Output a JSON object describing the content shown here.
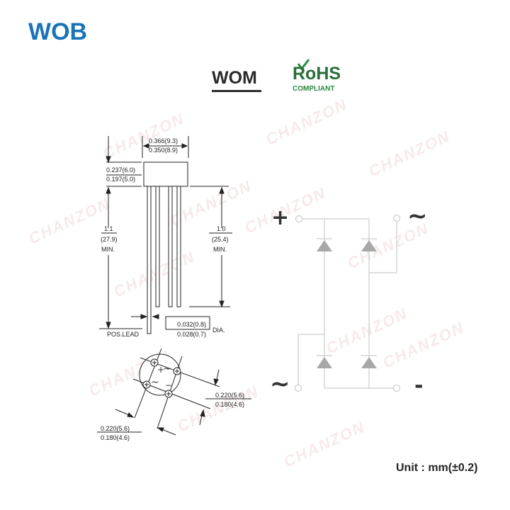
{
  "header": {
    "title": "WOB",
    "title_color": "#1a73b8",
    "package_name": "WOM",
    "rohs": {
      "main": "RoHS",
      "sub": "COMPLIANT",
      "color": "#2a6e3a",
      "icon": "checkmark-icon"
    }
  },
  "watermark": "CHANZON",
  "side_view": {
    "body_width": {
      "max": "0.366(9.3)",
      "min": "0.350(8.9)"
    },
    "body_height": {
      "max": "0.237(6.0)",
      "min": "0.197(5.0)"
    },
    "pos_lead_length": {
      "value": "1.1",
      "mm": "(27.9)",
      "note": "MIN."
    },
    "lead_length": {
      "value": "1.0",
      "mm": "(25.4)",
      "note": "MIN."
    },
    "lead_dia": {
      "max": "0.032(0.8)",
      "min": "0.028(0.7)",
      "suffix": "DIA."
    },
    "pos_lead_label": "POS.LEAD"
  },
  "bottom_view": {
    "pin_spacing_right": {
      "max": "0.220(5.6)",
      "min": "0.180(4.6)"
    },
    "pin_spacing_left": {
      "max": "0.220(5.6)",
      "min": "0.180(4.6)"
    },
    "pin_labels": {
      "plus": "+",
      "ac": "~",
      "minus": "−"
    }
  },
  "schematic": {
    "plus": "+",
    "minus": "-",
    "ac_top": "~",
    "ac_bottom": "~",
    "line_color": "#cccccc",
    "diode_color": "#a8a8a8"
  },
  "footer": {
    "unit": "Unit : mm(±0.2)"
  }
}
